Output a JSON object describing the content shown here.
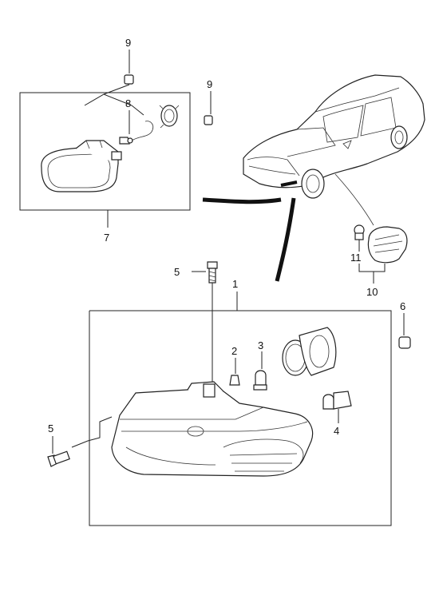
{
  "callouts": {
    "c1": "1",
    "c2": "2",
    "c3": "3",
    "c4": "4",
    "c5a": "5",
    "c5b": "5",
    "c6": "6",
    "c7": "7",
    "c8": "8",
    "c9a": "9",
    "c9b": "9",
    "c10": "10",
    "c11": "11"
  }
}
